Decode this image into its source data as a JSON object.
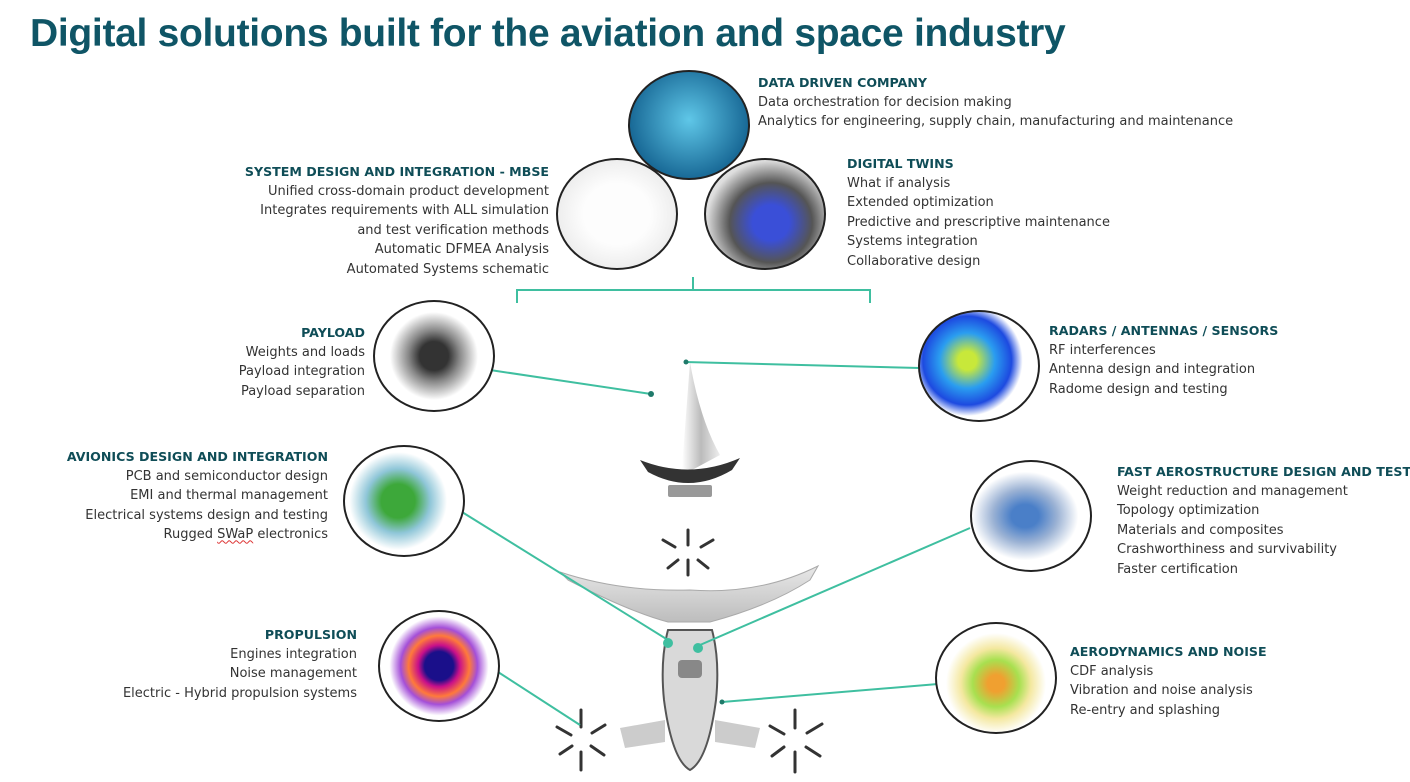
{
  "title": "Digital solutions built for the aviation and space industry",
  "colors": {
    "title": "#0f5566",
    "heading": "#0f4d57",
    "connector": "#3fbfa0",
    "text": "#333333"
  },
  "sections": {
    "data_driven": {
      "heading": "DATA DRIVEN COMPANY",
      "items": [
        "Data orchestration for decision making",
        "Analytics for engineering, supply chain, manufacturing and maintenance"
      ]
    },
    "mbse": {
      "heading": "SYSTEM DESIGN AND INTEGRATION - MBSE",
      "items": [
        "Unified cross-domain product development",
        "Integrates requirements with ALL simulation",
        "and test verification methods",
        "Automatic DFMEA Analysis",
        "Automated Systems schematic"
      ]
    },
    "digital_twins": {
      "heading": "DIGITAL TWINS",
      "items": [
        "What if analysis",
        "Extended optimization",
        "Predictive and prescriptive maintenance",
        "Systems integration",
        "Collaborative design"
      ]
    },
    "payload": {
      "heading": "PAYLOAD",
      "items": [
        "Weights and loads",
        "Payload integration",
        "Payload separation"
      ]
    },
    "radars": {
      "heading": "RADARS / ANTENNAS / SENSORS",
      "items": [
        "RF interferences",
        "Antenna design and integration",
        "Radome design and testing"
      ]
    },
    "avionics": {
      "heading": "AVIONICS DESIGN AND INTEGRATION",
      "items": [
        "PCB and semiconductor design",
        "EMI and thermal management",
        "Electrical systems design and testing"
      ],
      "last_prefix": "Rugged ",
      "last_wavy": "SWaP",
      "last_suffix": " electronics"
    },
    "aerostructure": {
      "heading": "FAST AEROSTRUCTURE DESIGN AND TEST",
      "items": [
        "Weight reduction and management",
        "Topology optimization",
        "Materials and composites",
        "Crashworthiness and survivability",
        "Faster certification"
      ]
    },
    "propulsion": {
      "heading": "PROPULSION",
      "items": [
        "Engines integration",
        "Noise management",
        "Electric - Hybrid propulsion systems"
      ]
    },
    "aerodynamics": {
      "heading": "AERODYNAMICS AND NOISE",
      "items": [
        "CDF analysis",
        "Vibration and noise analysis",
        "Re-entry and splashing"
      ]
    }
  }
}
